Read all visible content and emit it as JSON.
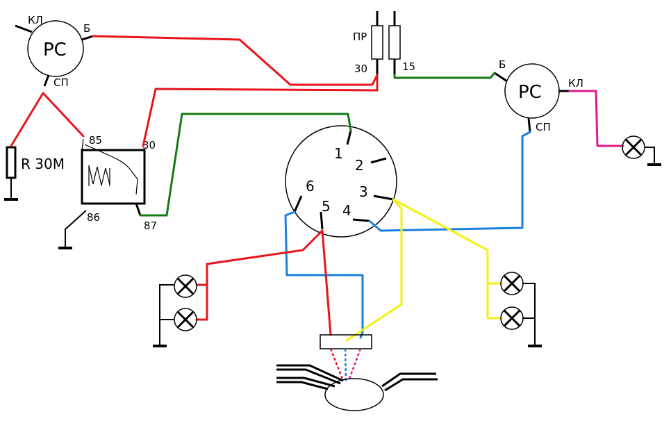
{
  "colors": {
    "red": "#e8141c",
    "green": "#137a13",
    "blue": "#1a7fe0",
    "yellow": "#f5f010",
    "magenta": "#e5168a",
    "black": "#000000"
  },
  "relay_left": {
    "name": "РС",
    "kl": "КЛ",
    "b": "Б",
    "sp": "СП"
  },
  "relay_right": {
    "name": "РС",
    "kl": "КЛ",
    "b": "Б",
    "sp": "СП"
  },
  "resistor": {
    "label": "R 30M"
  },
  "fuse": {
    "pr": "ПР",
    "pin30": "30",
    "pin15": "15"
  },
  "relay_box": {
    "pin85": "85",
    "pin30": "30",
    "pin86": "86",
    "pin87": "87"
  },
  "switch": {
    "pins": [
      "1",
      "2",
      "3",
      "4",
      "5",
      "6"
    ]
  }
}
